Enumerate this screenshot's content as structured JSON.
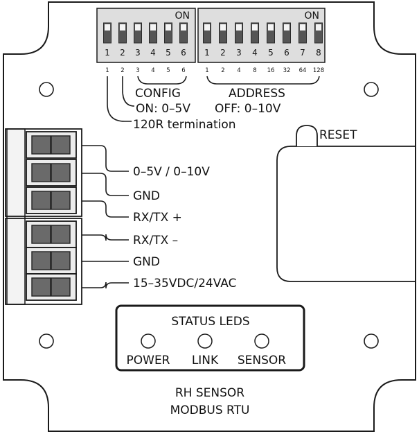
{
  "colors": {
    "outline": "#1a1a1a",
    "switch_body": "#dedede",
    "switch_slot": "#555555",
    "terminal_fill": "#ececec",
    "terminal_screw": "#6a6a6a",
    "led": "#ffffff"
  },
  "dip_switches": {
    "config": {
      "on_label": "ON",
      "positions": [
        "1",
        "2",
        "3",
        "4",
        "5",
        "6"
      ],
      "weights": [
        "1",
        "2",
        "3",
        "4",
        "5",
        "6"
      ]
    },
    "address": {
      "on_label": "ON",
      "positions": [
        "1",
        "2",
        "3",
        "4",
        "5",
        "6",
        "7",
        "8"
      ],
      "weights": [
        "1",
        "2",
        "4",
        "8",
        "16",
        "32",
        "64",
        "128"
      ]
    }
  },
  "labels": {
    "config": "CONFIG",
    "address": "ADDRESS",
    "config_on": "ON: 0–5V",
    "address_off": "OFF: 0–10V",
    "termination": "120R termination",
    "reset": "RESET"
  },
  "terminals": [
    "0–5V / 0–10V",
    "GND",
    "RX/TX +",
    "RX/TX –",
    "GND",
    "15–35VDC/24VAC"
  ],
  "status_leds": {
    "title": "STATUS LEDS",
    "leds": [
      "POWER",
      "LINK",
      "SENSOR"
    ]
  },
  "product": {
    "line1": "RH SENSOR",
    "line2": "MODBUS RTU"
  }
}
